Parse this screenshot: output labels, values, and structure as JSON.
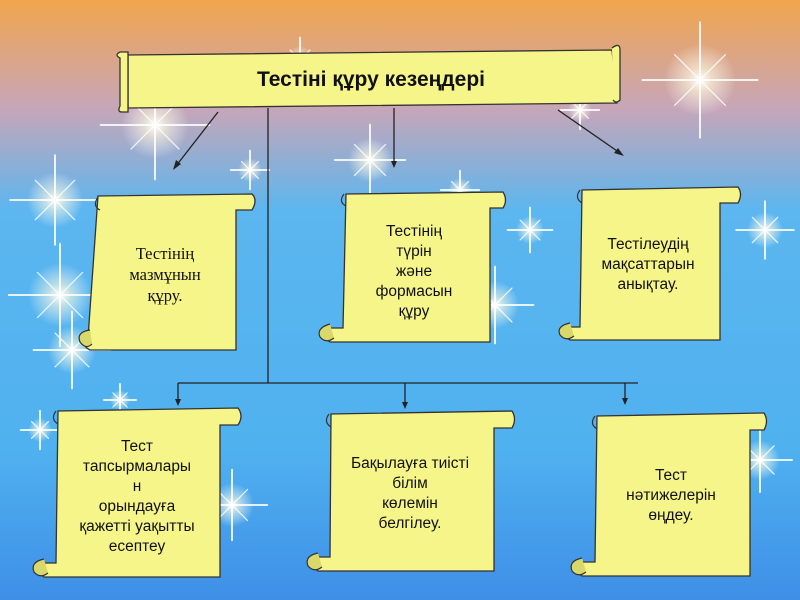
{
  "diagram": {
    "title": "Тестіні құру кезеңдері",
    "steps": [
      "Тестінің\nмазмұнын\nқұру.",
      "Тестінің\nтүрін\nжәне\nформасын\nқұру",
      "Тестілеудің\nмақсаттарын\nанықтау.",
      "Тест\nтапсырмалары\nн\nорындауға\nқажетті уақытты\nесептеу",
      "Бақылауға тиісті\nбілім\nкөлемін\nбелгілеу.",
      "Тест\nнәтижелерін\nөңдеу."
    ]
  },
  "colors": {
    "scroll_fill": "#f6f58a",
    "scroll_stroke": "#333333",
    "background_top": "#f3a24a",
    "background_mid": "#52b3ee",
    "background_bottom": "#4a8fe8"
  }
}
